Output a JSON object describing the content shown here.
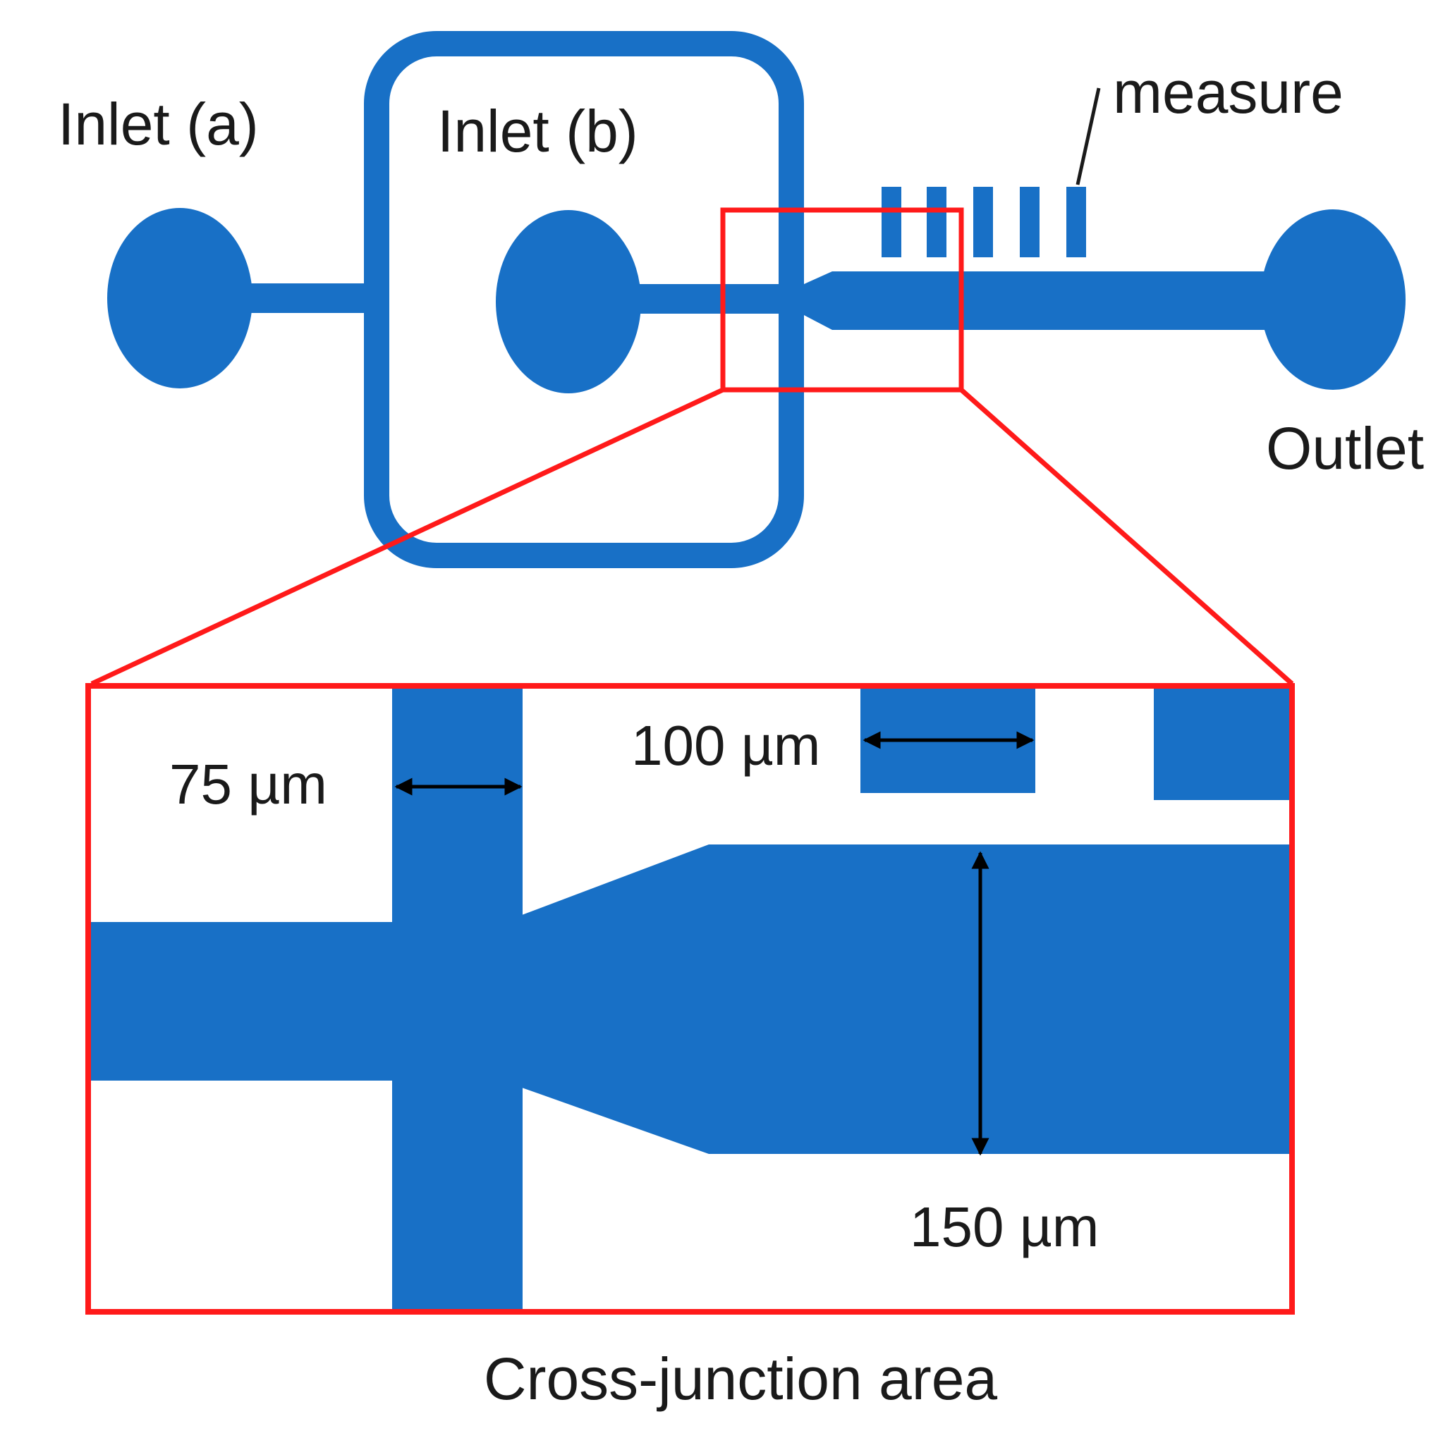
{
  "labels": {
    "inlet_a": "Inlet (a)",
    "inlet_b": "Inlet (b)",
    "measure": "measure",
    "outlet": "Outlet",
    "dim_75": "75 µm",
    "dim_100": "100 µm",
    "dim_150": "150 µm",
    "caption": "Cross-junction area"
  },
  "colors": {
    "channel": "#1870c6",
    "highlight": "#ff1a1a",
    "text": "#1a1a1a",
    "arrow": "#000000"
  }
}
